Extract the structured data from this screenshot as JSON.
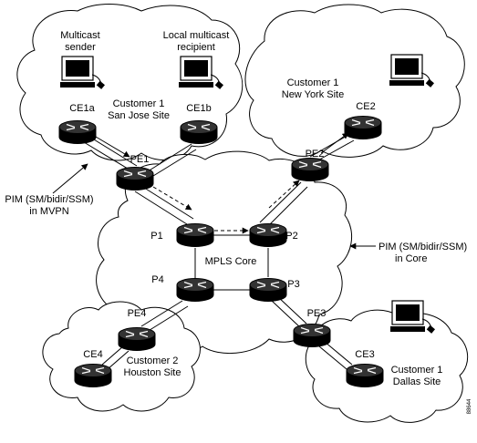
{
  "labels": {
    "multicast_sender": [
      "Multicast",
      "sender"
    ],
    "local_recipient": [
      "Local multicast",
      "recipient"
    ],
    "san_jose_site": [
      "Customer 1",
      "San Jose Site"
    ],
    "new_york_site": [
      "Customer 1",
      "New York Site"
    ],
    "houston_site": [
      "Customer 2",
      "Houston Site"
    ],
    "dallas_site": [
      "Customer 1",
      "Dallas Site"
    ],
    "mpls_core": "MPLS Core",
    "pim_mvpn": [
      "PIM (SM/bidir/SSM)",
      "in MVPN"
    ],
    "pim_core": [
      "PIM (SM/bidir/SSM)",
      "in Core"
    ],
    "figure_id": "88644"
  },
  "routers": {
    "CE1a": "CE1a",
    "CE1b": "CE1b",
    "PE1": "PE1",
    "CE2": "CE2",
    "PE2": "PE2",
    "P1": "P1",
    "P2": "P2",
    "P3": "P3",
    "P4": "P4",
    "PE3": "PE3",
    "PE4": "PE4",
    "CE3": "CE3",
    "CE4": "CE4"
  }
}
